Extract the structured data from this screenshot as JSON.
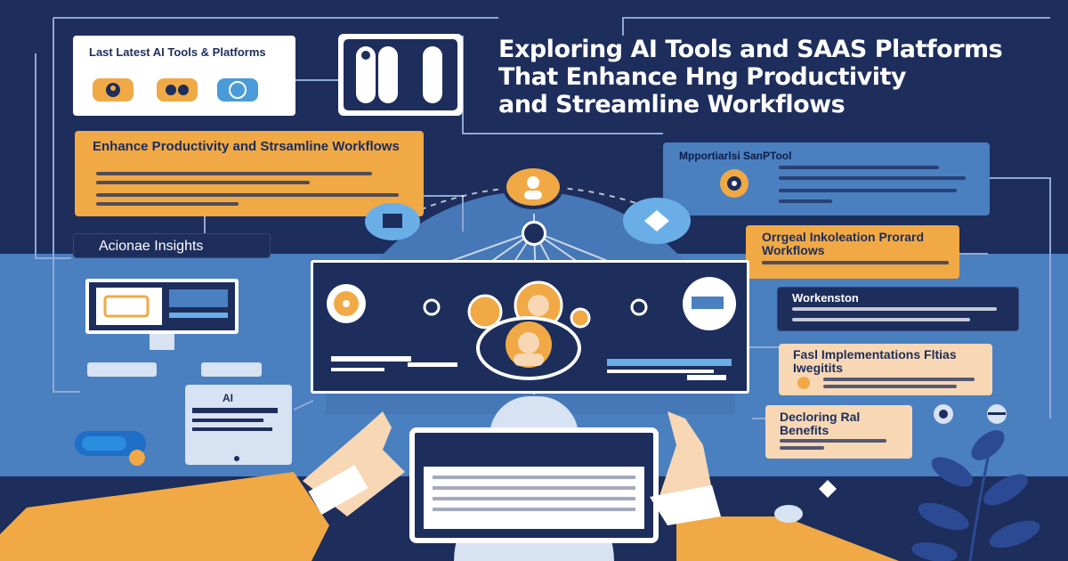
{
  "title": {
    "line1": "Exploring AI Tools and SAAS Platforms",
    "line2": "That Enhance Hng Productivity",
    "line3": "and Streamline Workflows"
  },
  "cards": {
    "latest_tools": "Last Latest AI Tools & Platforms",
    "enhance": "Enhance Productivity and Strsamline Workflows",
    "insights": "Acionae Insights",
    "saas_tool": "Mpportiarlsi SanPTool",
    "original_workflows": "Orrgeal Inkoleation Prorard Workflows",
    "workenston": "Workenston",
    "fast_impl": "Fasl Implementations Fltias Iwegitits",
    "real_benefits": "Decloring Ral Benefits",
    "tablet_label": "AI"
  },
  "colors": {
    "navy": "#1d2d5c",
    "blue": "#4a7fc0",
    "orange": "#f0a945",
    "peach": "#f8d7b4",
    "white": "#ffffff"
  }
}
